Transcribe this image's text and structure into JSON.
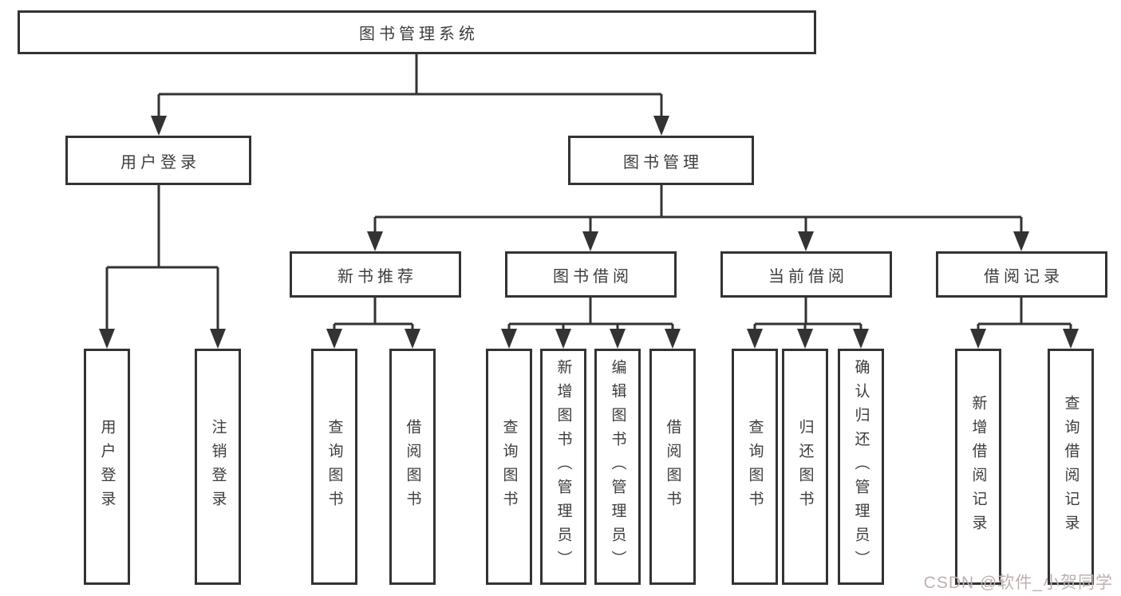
{
  "tree": {
    "label": "图书管理系统",
    "children": [
      {
        "label": "用户登录",
        "children": [
          {
            "label": "用户登录"
          },
          {
            "label": "注销登录"
          }
        ]
      },
      {
        "label": "图书管理",
        "children": [
          {
            "label": "新书推荐",
            "children": [
              {
                "label": "查询图书"
              },
              {
                "label": "借阅图书"
              }
            ]
          },
          {
            "label": "图书借阅",
            "children": [
              {
                "label": "查询图书"
              },
              {
                "label": "新增图书（管理员）"
              },
              {
                "label": "编辑图书（管理员）"
              },
              {
                "label": "借阅图书"
              }
            ]
          },
          {
            "label": "当前借阅",
            "children": [
              {
                "label": "查询图书"
              },
              {
                "label": "归还图书"
              },
              {
                "label": "确认归还（管理员）"
              }
            ]
          },
          {
            "label": "借阅记录",
            "children": [
              {
                "label": "新增借阅记录"
              },
              {
                "label": "查询借阅记录"
              }
            ]
          }
        ]
      }
    ]
  },
  "watermark": {
    "text": "CSDN @软件_小贺同学"
  },
  "colors": {
    "box_border": "#333333",
    "text": "#3d3d3d",
    "connector": "#333333",
    "watermark_text": "#bfb0b0",
    "background": "#ffffff"
  }
}
